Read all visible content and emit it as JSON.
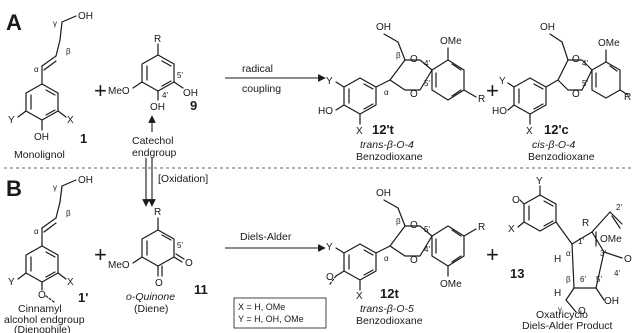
{
  "panels": {
    "a": "A",
    "b": "B"
  },
  "atoms": {
    "oh": "OH",
    "ho": "HO",
    "ome": "OMe",
    "meo": "MeO",
    "o": "O",
    "r": "R",
    "x": "X",
    "y": "Y",
    "h": "H",
    "alpha": "α",
    "beta": "β",
    "gamma": "γ",
    "p4": "4'",
    "p5": "5'",
    "p3": "3'",
    "p2": "2'",
    "p1": "1'",
    "p6": "6'"
  },
  "compounds": {
    "monolignol": {
      "number": "1",
      "name": "Monolignol"
    },
    "catechol": {
      "number": "9",
      "name_line1": "Catechol",
      "name_line2": "endgroup"
    },
    "c12pt": {
      "number": "12't",
      "stereo": "trans-β-O-4",
      "name": "Benzodioxane"
    },
    "c12pc": {
      "number": "12'c",
      "stereo": "cis-β-O-4",
      "name": "Benzodioxane"
    },
    "cinnamyl": {
      "number": "1'",
      "name_line1": "Cinnamyl",
      "name_line2": "alcohol endgroup",
      "name_line3": "(Dienophile)"
    },
    "quinone": {
      "number": "11",
      "name": "o-Quinone",
      "sub": "(Diene)"
    },
    "c12t": {
      "number": "12t",
      "stereo": "trans-β-O-5",
      "name": "Benzodioxane"
    },
    "c13": {
      "number": "13",
      "name_line1": "Oxatricyclo",
      "name_line2": "Diels-Alder Product"
    }
  },
  "arrows": {
    "radical_line1": "radical",
    "radical_line2": "coupling",
    "oxidation": "[Oxidation]",
    "diels_alder": "Diels-Alder"
  },
  "legend": {
    "line1": "X = H, OMe",
    "line2": "Y = H, OH, OMe"
  },
  "operators": {
    "plus": "+"
  }
}
